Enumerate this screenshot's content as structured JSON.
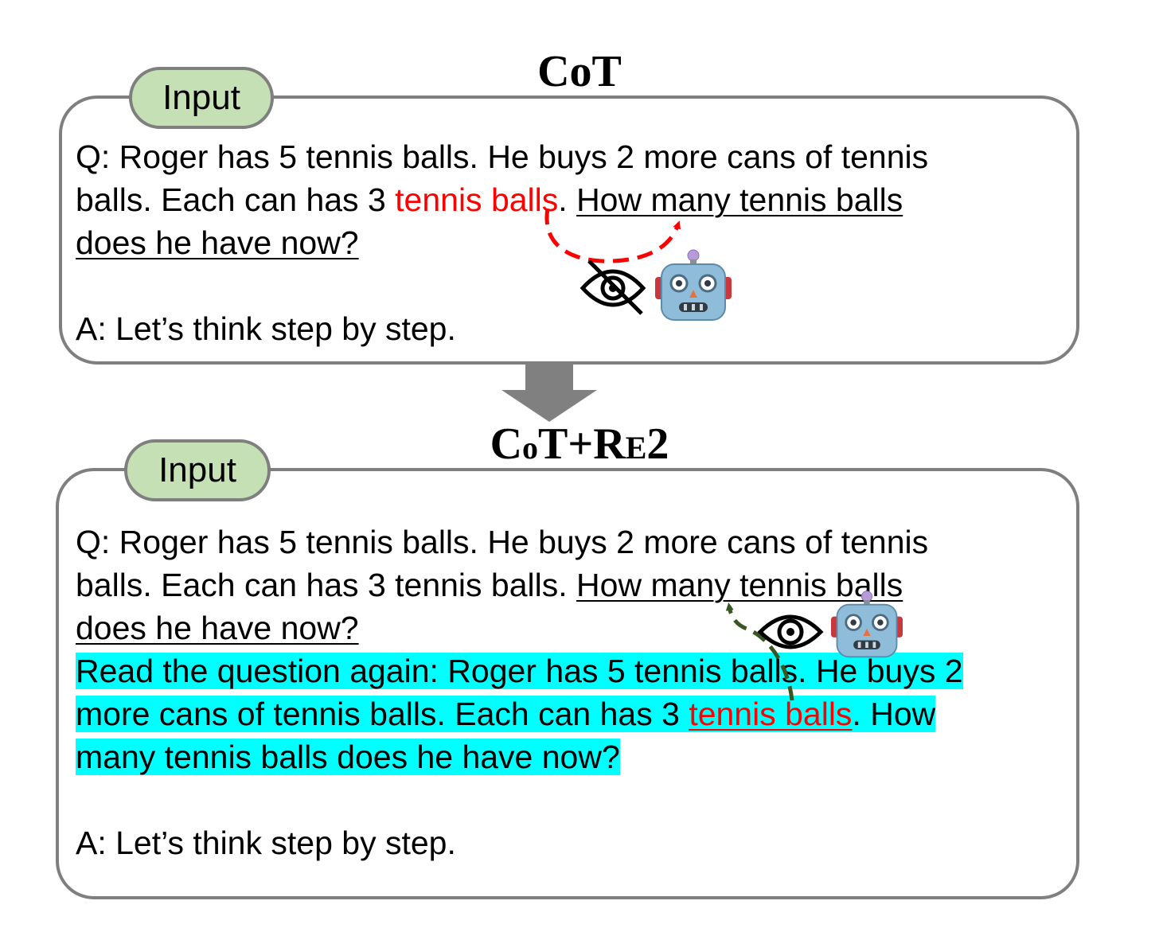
{
  "top": {
    "title": "CoT",
    "tag_label": "Input",
    "q_line1": "Q: Roger has 5 tennis balls. He buys 2 more cans of tennis",
    "q_line2_a": "balls. Each can has 3 ",
    "q_line2_red": "tennis balls",
    "q_line2_b": ". ",
    "q_line2_u": "How many tennis balls",
    "q_line3_u": "does he have now?",
    "answer": "A: Let’s think step by step."
  },
  "bottom": {
    "title_a": "C",
    "title_b": "o",
    "title_c": "T+R",
    "title_d": "E",
    "title_e": "2",
    "tag_label": "Input",
    "q_line1": "Q: Roger has 5 tennis balls. He buys 2 more cans of tennis",
    "q_line2_a": "balls. Each can has 3 tennis balls. ",
    "q_line2_u": "How many tennis balls",
    "q_line3_u": "does he have now?",
    "re_line1": "Read the question again: Roger has 5 tennis balls. He buys 2 ",
    "re_line2_a": "more cans of tennis balls. Each can has 3 ",
    "re_line2_red": "tennis balls",
    "re_line2_b": ". How ",
    "re_line3": "many tennis balls does he have now?",
    "answer": "A: Let’s think step by step."
  },
  "icons": {
    "top_eye": "eye-slash-icon",
    "top_robot": "robot-icon",
    "bottom_eye": "eye-icon",
    "bottom_robot": "robot-icon",
    "down_arrow": "down-arrow-icon"
  },
  "colors": {
    "tag_fill": "#c5e0b4",
    "border": "#7f7f7f",
    "highlight": "#00ffff",
    "emphasis": "#ff0000",
    "top_arrow": "#ff0000",
    "bottom_arrow": "#375623"
  }
}
